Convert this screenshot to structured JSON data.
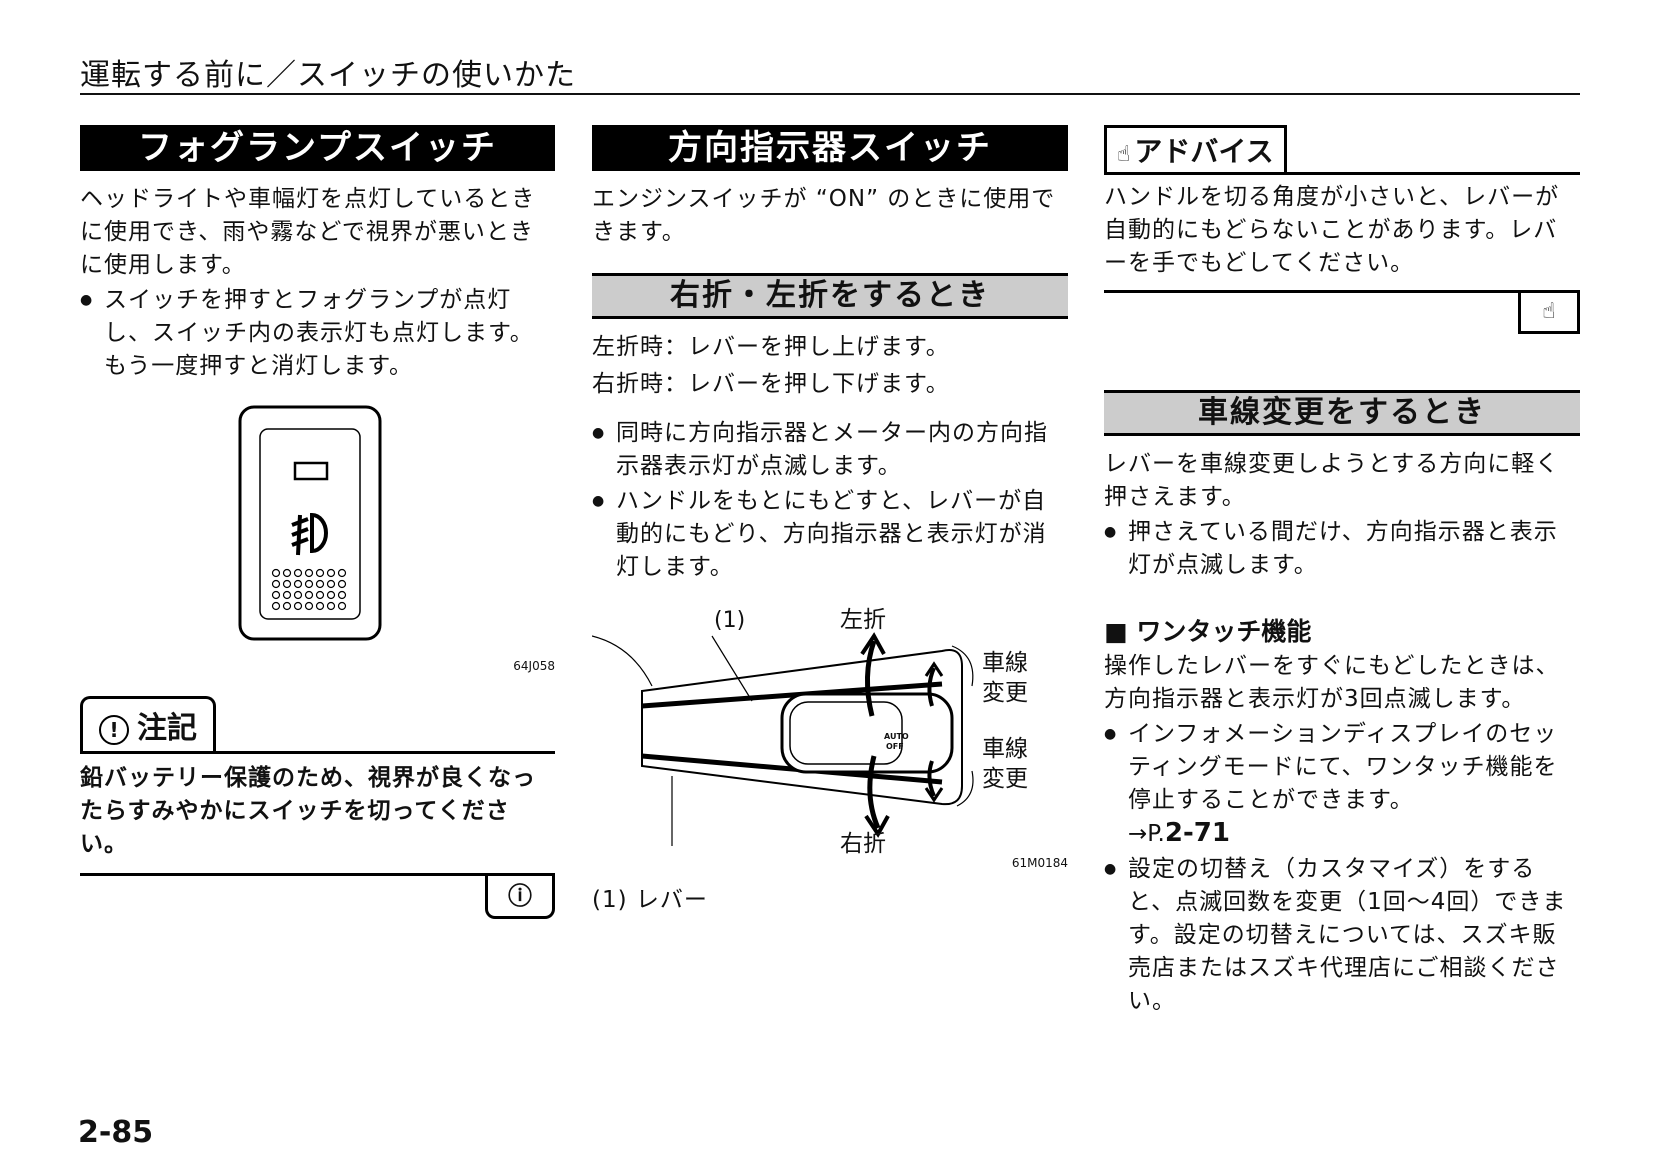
{
  "header": {
    "title": "運転する前に／スイッチの使いかた"
  },
  "fog": {
    "title": "フォグランプスイッチ",
    "intro": "ヘッドライトや車幅灯を点灯しているときに使用でき、雨や霧などで視界が悪いときに使用します。",
    "bullet1": "スイッチを押すとフォグランプが点灯し、スイッチ内の表示灯も点灯します。もう一度押すと消灯します。",
    "figure_code": "64J058",
    "note_label": "注記",
    "note_text": "鉛バッテリー保護のため、視界が良くなったらすみやかにスイッチを切ってください。"
  },
  "turn": {
    "title": "方向指示器スイッチ",
    "intro": "エンジンスイッチが “ON” のときに使用できます。",
    "sub_title": "右折・左折をするとき",
    "line1": "左折時：レバーを押し上げます。",
    "line2": "右折時：レバーを押し下げます。",
    "bullet1": "同時に方向指示器とメーター内の方向指示器表示灯が点滅します。",
    "bullet2": "ハンドルをもとにもどすと、レバーが自動的にもどり、方向指示器と表示灯が消灯します。",
    "fig": {
      "callout": "(1)",
      "left": "左折",
      "right": "右折",
      "lane1_a": "車線",
      "lane1_b": "変更",
      "lane2_a": "車線",
      "lane2_b": "変更",
      "auto": "AUTO",
      "off": "OFF",
      "code": "61M0184"
    },
    "caption": "(1) レバー"
  },
  "advice": {
    "label": "アドバイス",
    "text": "ハンドルを切る角度が小さいと、レバーが自動的にもどらないことがあります。レバーを手でもどしてください。"
  },
  "lane": {
    "title": "車線変更をするとき",
    "intro": "レバーを車線変更しようとする方向に軽く押さえます。",
    "bullet1": "押さえている間だけ、方向指示器と表示灯が点滅します。",
    "onetouch_head": "■ ワンタッチ機能",
    "onetouch_intro": "操作したレバーをすぐにもどしたときは、方向指示器と表示灯が3回点滅します。",
    "bullet2": "インフォメーションディスプレイのセッティングモードにて、ワンタッチ機能を停止することができます。",
    "ref_prefix": "→P.",
    "ref_page": "2-71",
    "bullet3": "設定の切替え（カスタマイズ）をすると、点滅回数を変更（1回～4回）できます。設定の切替えについては、スズキ販売店またはスズキ代理店にご相談ください。"
  },
  "page_number": "2-85"
}
